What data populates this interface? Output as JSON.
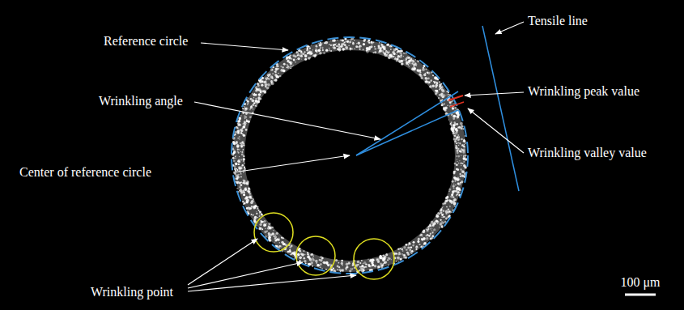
{
  "diagram": {
    "labels": [
      "Reference circle",
      "Wrinkling angle",
      "Center of reference circle",
      "Wrinkling point",
      "Tensile line",
      "Wrinkling peak value",
      "Wrinkling valley value",
      "100 μm"
    ]
  }
}
